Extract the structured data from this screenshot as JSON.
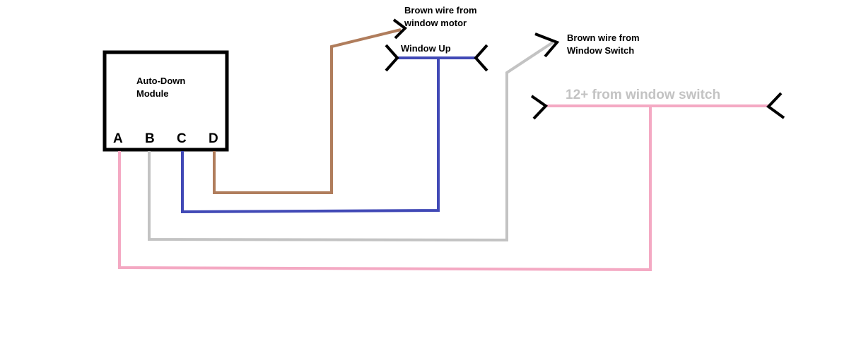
{
  "module": {
    "title_line1": "Auto-Down",
    "title_line2": "Module",
    "terminals": [
      "A",
      "B",
      "C",
      "D"
    ]
  },
  "labels": {
    "motor_line1": "Brown wire from",
    "motor_line2": "window motor",
    "window_up": "Window Up",
    "switch_brown_line1": "Brown wire from",
    "switch_brown_line2": "Window Switch",
    "twelve_volt": "12+ from window switch"
  },
  "colors": {
    "brown": "#b07d5c",
    "blue": "#4149b6",
    "gray": "#c3c3c3",
    "pink": "#f4a9c3",
    "module_border": "#000000"
  }
}
